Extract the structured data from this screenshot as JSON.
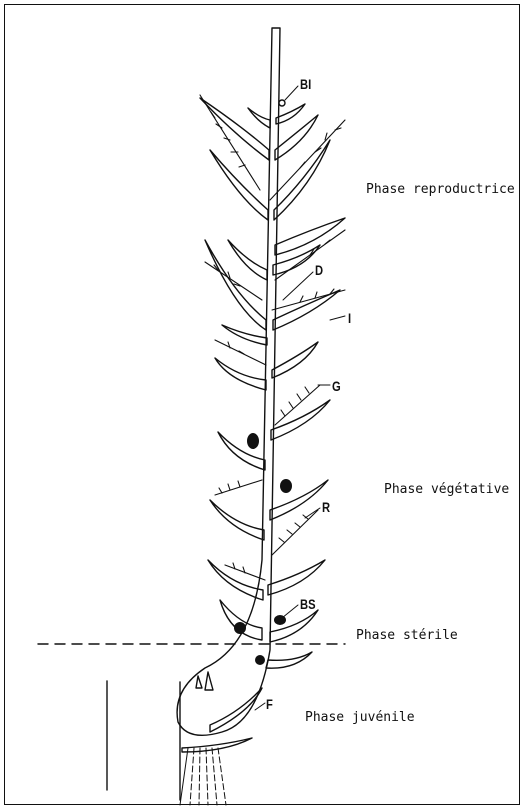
{
  "phases": {
    "reproductrice": "Phase reproductrice",
    "vegetative": "Phase végétative",
    "sterile": "Phase stérile",
    "juvenile": "Phase juvénile"
  },
  "labels": {
    "bi": "BI",
    "d": "D",
    "i": "I",
    "g": "G",
    "r": "R",
    "bs": "BS",
    "f": "F"
  },
  "colors": {
    "ink": "#111111",
    "background": "#ffffff"
  }
}
